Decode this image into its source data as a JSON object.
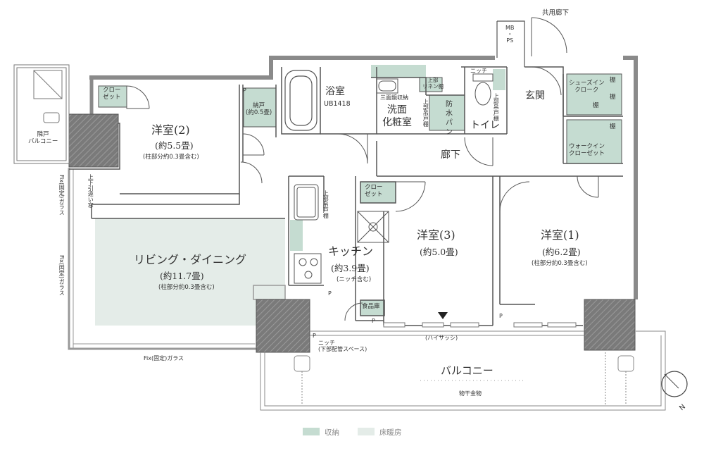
{
  "colors": {
    "storage": "#c5dcd1",
    "floor_heating": "#e4ece8",
    "wall": "#6e6e6e",
    "line": "#555555"
  },
  "rooms": {
    "western2": {
      "name": "洋室(2)",
      "area": "(約5.5畳)",
      "note": "(柱部分約0.3畳含む)"
    },
    "western3": {
      "name": "洋室(3)",
      "area": "(約5.0畳)"
    },
    "western1": {
      "name": "洋室(1)",
      "area": "(約6.2畳)",
      "note": "(柱部分約0.3畳含む)"
    },
    "living": {
      "name": "リビング・ダイニング",
      "area": "(約11.7畳)",
      "note": "(柱部分約0.3畳含む)"
    },
    "kitchen": {
      "name": "キッチン",
      "area": "(約3.9畳)",
      "note": "(ニッチ含む)"
    },
    "bath": {
      "name": "浴室",
      "sub": "UB1418"
    },
    "washroom": {
      "name": "洗面\n化粧室"
    },
    "toilet": {
      "name": "トイレ"
    },
    "entrance": {
      "name": "玄関"
    },
    "corridor": {
      "name": "廊下"
    },
    "balcony": {
      "name": "バルコニー"
    }
  },
  "labels": {
    "closet": "クロー\nゼット",
    "nando": "納戸\n(約0.5畳)",
    "shoes_in_closet": "シューズイン\nクローク",
    "walk_in_closet": "ウォークイン\nクローゼット",
    "shelf": "棚",
    "upper_linen_shelf": "上部\nリネン棚",
    "three_mirror": "三面鏡収納",
    "waterproof_pan": "防\n水\nパ\nン",
    "upper_hanging_shelf": "上部吊戸棚",
    "niche": "ニッチ",
    "pantry": "食品庫",
    "common_corridor": "共用廊下",
    "mb_ps": "MB\n・\nPS",
    "neighbor_balcony": "隣戸\nバルコニー",
    "fix_glass": "Fix(固定)ガラス",
    "fix_glass_vertical": "Fix(固定)ガラス",
    "upper_sliding_window": "上下引違い窓",
    "high_sash": "(ハイサッシ)",
    "niche_pipe": "ニッチ\n(下部配管スペース)",
    "drying_hardware": "物干金物",
    "p_mark": "P",
    "compass_n": "N"
  },
  "legend": [
    {
      "label": "収納",
      "color": "#c5dcd1"
    },
    {
      "label": "床暖房",
      "color": "#e4ece8"
    }
  ]
}
